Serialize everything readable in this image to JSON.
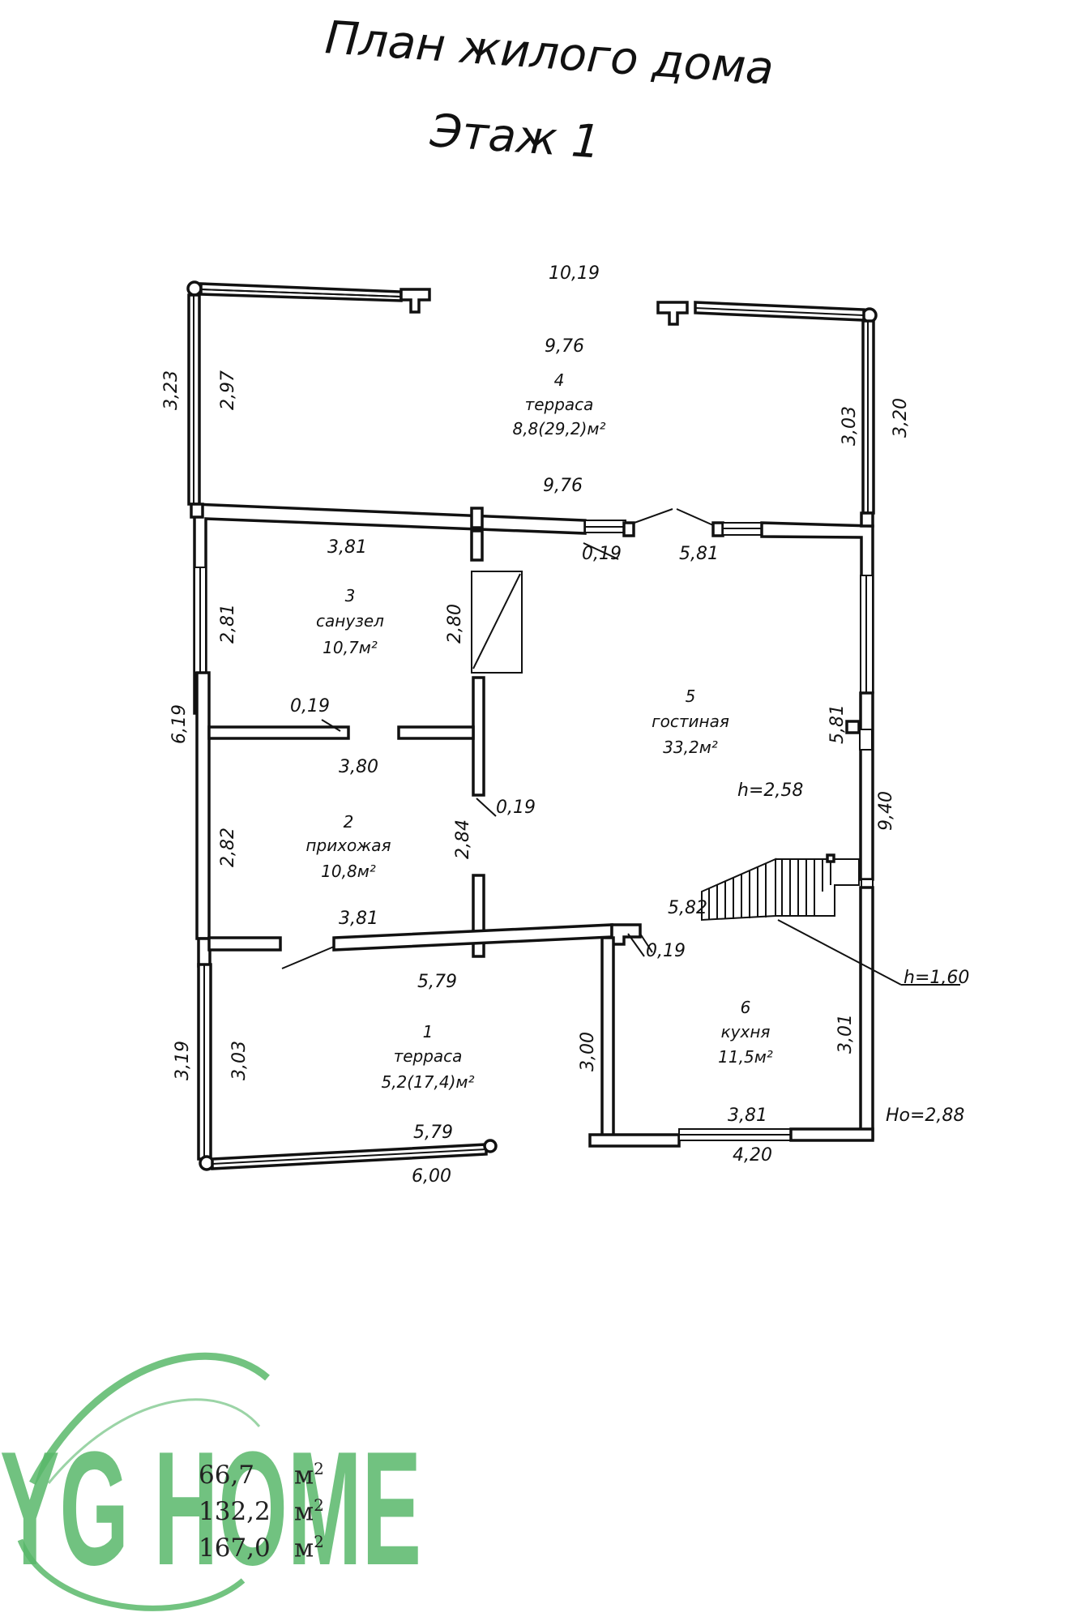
{
  "title": "План жилого дома",
  "subtitle": "Этаж 1",
  "rooms": [
    {
      "num": "1",
      "name": "терраса",
      "area": "5,2(17,4)м²"
    },
    {
      "num": "2",
      "name": "прихожая",
      "area": "10,8м²"
    },
    {
      "num": "3",
      "name": "санузел",
      "area": "10,7м²"
    },
    {
      "num": "4",
      "name": "терраса",
      "area": "8,8(29,2)м²"
    },
    {
      "num": "5",
      "name": "гостиная",
      "area": "33,2м²"
    },
    {
      "num": "6",
      "name": "кухня",
      "area": "11,5м²"
    }
  ],
  "dimensions": {
    "top_outer": "10,19",
    "top_inner": "9,76",
    "terrace_bottom": "9,76",
    "left_top_outer": "3,23",
    "left_top_inner": "2,97",
    "right_top_inner": "3,03",
    "right_top_outer": "3,20",
    "bath_top": "3,81",
    "gap_top": "0,19",
    "living_top": "5,81",
    "bath_height": "2,81",
    "bath_wall": "2,80",
    "left_mid": "6,19",
    "bath_partition": "0,19",
    "bath_bottom": "3,80",
    "living_right": "5,81",
    "right_total": "9,40",
    "wall_thick": "0,19",
    "hall_height": "2,82",
    "hall_wall": "2,84",
    "hall_bottom": "3,81",
    "stairs_width": "5,82",
    "kitchen_gap": "0,19",
    "terrace1_top": "5,79",
    "left_bottom_outer": "3,19",
    "left_bottom_inner": "3,03",
    "kitchen_left": "3,00",
    "kitchen_right": "3,01",
    "terrace1_bottom_inner": "5,79",
    "terrace1_bottom_outer": "6,00",
    "kitchen_bottom_inner": "3,81",
    "kitchen_bottom_outer": "4,20"
  },
  "heights": {
    "living": "h=2,58",
    "stairs": "h=1,60",
    "floor": "Ho=2,88"
  },
  "areas": [
    {
      "value": "66,7",
      "unit": "м",
      "sup": "2"
    },
    {
      "value": "132,2",
      "unit": "м",
      "sup": "2"
    },
    {
      "value": "167,0",
      "unit": "м",
      "sup": "2"
    }
  ],
  "logo": {
    "text": "YG HOME",
    "color": "#59b86a"
  }
}
